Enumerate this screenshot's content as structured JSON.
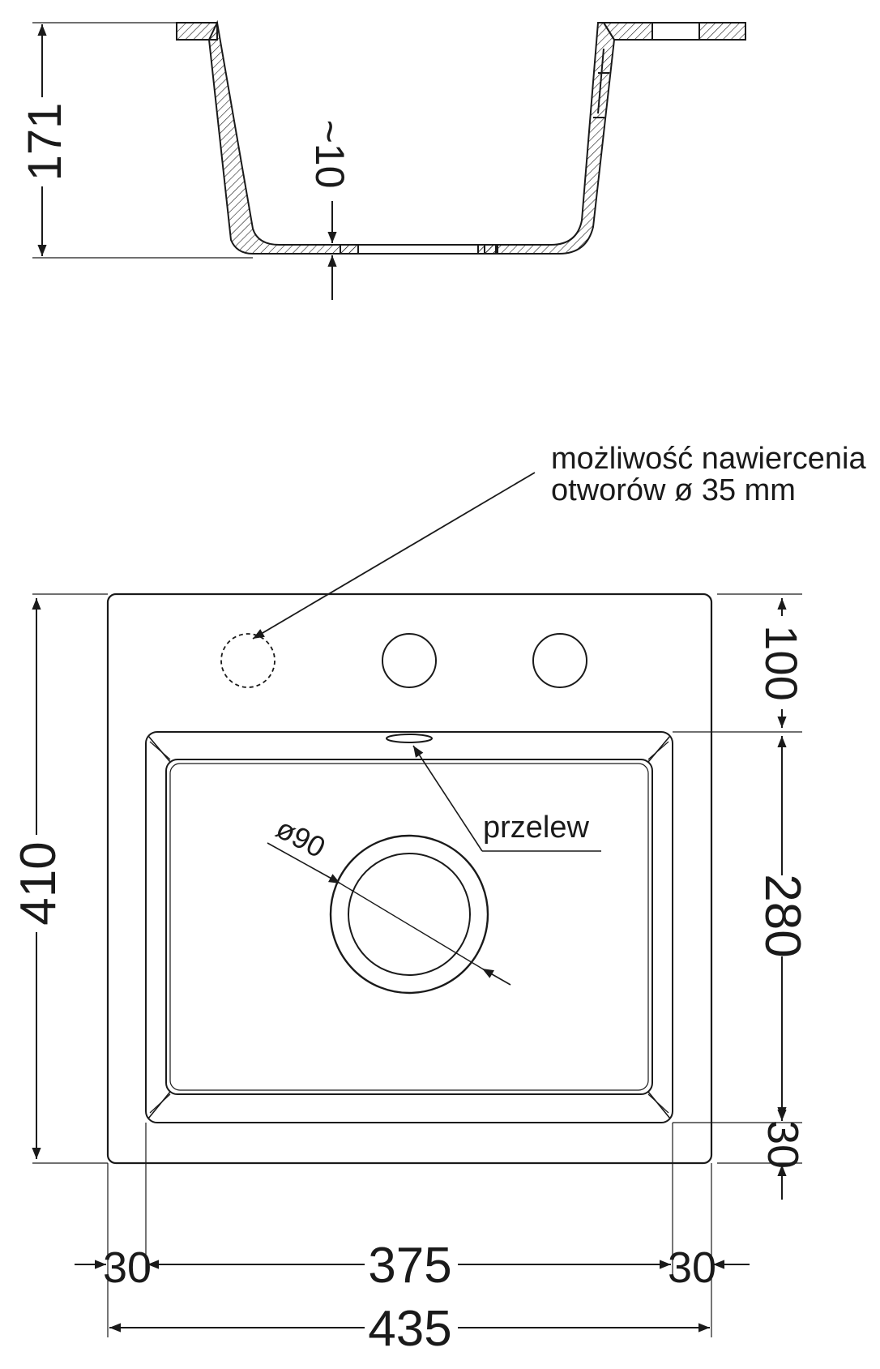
{
  "section_view": {
    "depth_label": "171",
    "bottom_thickness_label": "~10"
  },
  "top_view": {
    "annotation_drill": {
      "line1": "możliwość nawiercenia",
      "line2": "otworów ø 35 mm"
    },
    "overflow_label": "przelew",
    "drain_label": "ø90",
    "dimensions": {
      "total_height": "410",
      "tap_offset": "100",
      "bowl_depth": "280",
      "front_margin": "30",
      "left_margin": "30",
      "bowl_width": "375",
      "right_margin": "30",
      "total_width": "435"
    }
  },
  "colors": {
    "line": "#1a1a1a",
    "hatch": "#1a1a1a",
    "background": "#ffffff"
  }
}
